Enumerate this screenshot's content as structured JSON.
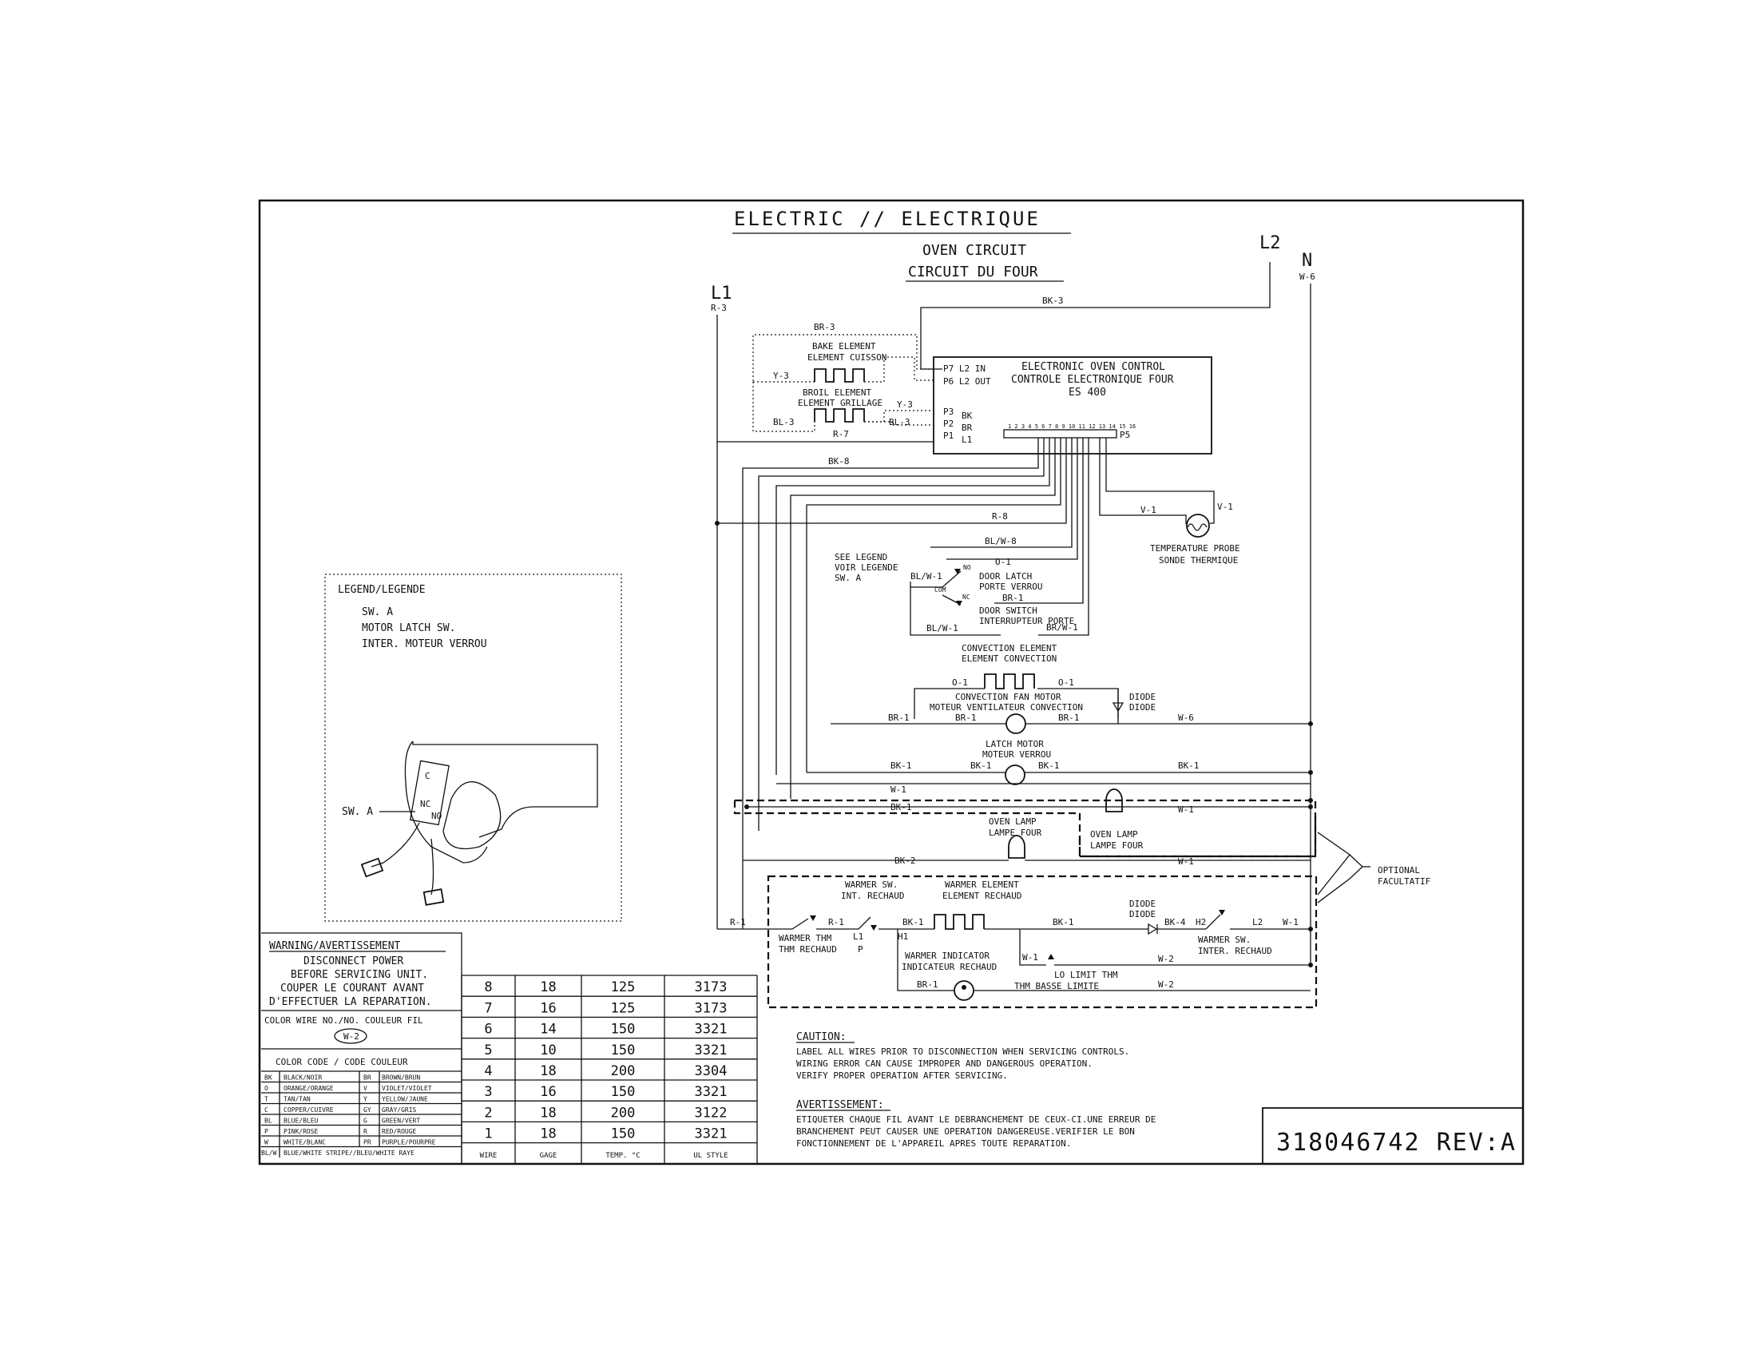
{
  "title": "ELECTRIC // ELECTRIQUE",
  "subtitle": [
    "OVEN CIRCUIT",
    "CIRCUIT DU FOUR"
  ],
  "lines": {
    "l1": "L1",
    "l1_wire": "R-3",
    "l2": "L2",
    "n": "N",
    "n_wire": "W-6"
  },
  "control": {
    "title": [
      "ELECTRONIC OVEN CONTROL",
      "CONTROLE ELECTRONIQUE FOUR",
      "ES 400"
    ],
    "terminals": [
      "P7 L2 IN",
      "P6 L2 OUT",
      "P3",
      "P2",
      "P1"
    ],
    "terminal_labels": [
      "BK",
      "BR",
      "L1"
    ],
    "p5": "P5",
    "pins": "1 2 3 4 5 6 7 8 9 10 11 12 13 14 15 16"
  },
  "components": {
    "bake": [
      "BAKE ELEMENT",
      "ELEMENT CUISSON"
    ],
    "broil": [
      "BROIL ELEMENT",
      "ELEMENT GRILLAGE"
    ],
    "probe": [
      "TEMPERATURE PROBE",
      "SONDE THERMIQUE"
    ],
    "see_legend": [
      "SEE LEGEND",
      "VOIR LEGENDE",
      "SW. A"
    ],
    "door_latch": [
      "DOOR LATCH",
      "PORTE VERROU"
    ],
    "door_switch": [
      "DOOR SWITCH",
      "INTERRUPTEUR PORTE"
    ],
    "conv_element": [
      "CONVECTION ELEMENT",
      "ELEMENT CONVECTION"
    ],
    "conv_fan": [
      "CONVECTION FAN MOTOR",
      "MOTEUR VENTILATEUR CONVECTION"
    ],
    "diode1": [
      "DIODE",
      "DIODE"
    ],
    "latch_motor": [
      "LATCH MOTOR",
      "MOTEUR VERROU"
    ],
    "oven_lamp1": [
      "OVEN LAMP",
      "LAMPE FOUR"
    ],
    "oven_lamp2": [
      "OVEN LAMP",
      "LAMPE FOUR"
    ],
    "optional": [
      "OPTIONAL",
      "FACULTATIF"
    ],
    "warmer_sw": [
      "WARMER SW.",
      "INT. RECHAUD"
    ],
    "warmer_element": [
      "WARMER ELEMENT",
      "ELEMENT RECHAUD"
    ],
    "warmer_thm": [
      "WARMER THM",
      "THM RECHAUD"
    ],
    "diode2": [
      "DIODE",
      "DIODE"
    ],
    "warmer_sw2": [
      "WARMER SW.",
      "INTER. RECHAUD"
    ],
    "warmer_indicator": [
      "WARMER INDICATOR",
      "INDICATEUR RECHAUD"
    ],
    "lo_limit": [
      "LO LIMIT THM",
      "THM BASSE LIMITE"
    ],
    "sw_marks": [
      "NO",
      "COM",
      "NC",
      "L1",
      "P",
      "H1",
      "H2",
      "L2"
    ]
  },
  "wire_labels": {
    "bk3": "BK-3",
    "br3": "BR-3",
    "y3": "Y-3",
    "bl3": "BL-3",
    "r7": "R-7",
    "bk8": "BK-8",
    "r8": "R-8",
    "blw8": "BL/W-8",
    "v1": "V-1",
    "o1": "O-1",
    "blw1": "BL/W-1",
    "br1": "BR-1",
    "brw1": "BR/W-1",
    "w6": "W-6",
    "bk1": "BK-1",
    "w1": "W-1",
    "bk2": "BK-2",
    "r1": "R-1",
    "bk4": "BK-4",
    "w2": "W-2"
  },
  "legend": {
    "title": "LEGEND/LEGENDE",
    "lines": [
      "SW. A",
      "MOTOR LATCH SW.",
      "INTER. MOTEUR VERROU"
    ],
    "sw_label": "SW. A",
    "marks": [
      "C",
      "NC",
      "NO"
    ]
  },
  "warning": {
    "title": "WARNING/AVERTISSEMENT",
    "lines": [
      "DISCONNECT POWER",
      "BEFORE SERVICING UNIT.",
      "COUPER LE COURANT AVANT",
      "D'EFFECTUER LA REPARATION."
    ],
    "color_wire": "COLOR WIRE NO./NO. COULEUR FIL",
    "wire_example": "W-2"
  },
  "color_code": {
    "title": "COLOR CODE / CODE COULEUR",
    "rows": [
      [
        "BK",
        "BLACK/NOIR",
        "BR",
        "BROWN/BRUN"
      ],
      [
        "O",
        "ORANGE/ORANGE",
        "V",
        "VIOLET/VIOLET"
      ],
      [
        "T",
        "TAN/TAN",
        "Y",
        "YELLOW/JAUNE"
      ],
      [
        "C",
        "COPPER/CUIVRE",
        "GY",
        "GRAY/GRIS"
      ],
      [
        "BL",
        "BLUE/BLEU",
        "G",
        "GREEN/VERT"
      ],
      [
        "P",
        "PINK/ROSE",
        "R",
        "RED/ROUGE"
      ],
      [
        "W",
        "WHITE/BLANC",
        "PR",
        "PURPLE/POURPRE"
      ]
    ],
    "stripe": [
      "BL/W",
      "BLUE/WHITE STRIPE//BLEU/WHITE RAYE"
    ]
  },
  "wire_table": {
    "headers": [
      "WIRE",
      "GAGE",
      "TEMP. °C",
      "UL STYLE"
    ],
    "rows": [
      [
        "8",
        "18",
        "125",
        "3173"
      ],
      [
        "7",
        "16",
        "125",
        "3173"
      ],
      [
        "6",
        "14",
        "150",
        "3321"
      ],
      [
        "5",
        "10",
        "150",
        "3321"
      ],
      [
        "4",
        "18",
        "200",
        "3304"
      ],
      [
        "3",
        "16",
        "150",
        "3321"
      ],
      [
        "2",
        "18",
        "200",
        "3122"
      ],
      [
        "1",
        "18",
        "150",
        "3321"
      ]
    ]
  },
  "caution": {
    "title": "CAUTION:",
    "lines": [
      "LABEL ALL WIRES PRIOR TO DISCONNECTION WHEN SERVICING CONTROLS.",
      "WIRING ERROR CAN CAUSE IMPROPER AND DANGEROUS OPERATION.",
      "VERIFY PROPER OPERATION AFTER SERVICING."
    ]
  },
  "avertissement": {
    "title": "AVERTISSEMENT:",
    "lines": [
      "ETIQUETER CHAQUE FIL AVANT LE DEBRANCHEMENT DE CEUX-CI.UNE ERREUR DE",
      "BRANCHEMENT PEUT CAUSER UNE OPERATION DANGEREUSE.VERIFIER LE BON",
      "FONCTIONNEMENT DE L'APPAREIL APRES TOUTE REPARATION."
    ]
  },
  "part_number": "318046742 REV:A"
}
